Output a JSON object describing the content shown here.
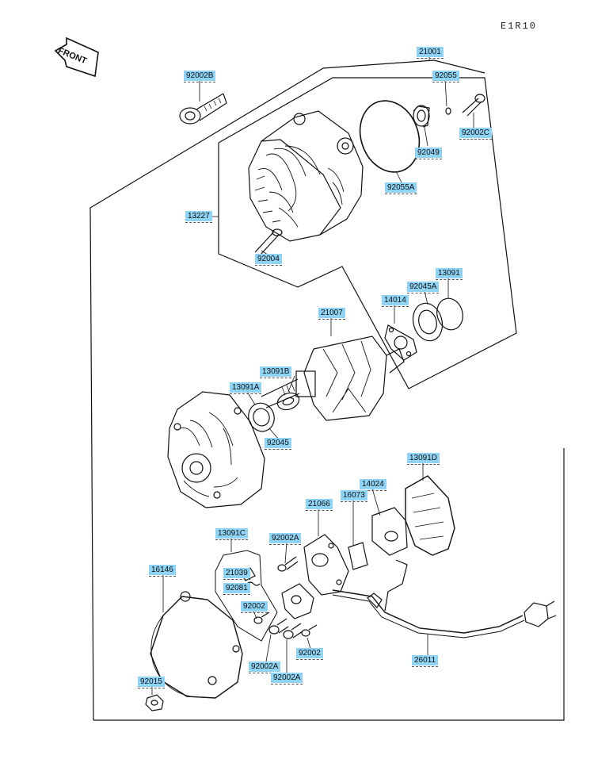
{
  "diagram_code": "E1R10",
  "front_text": "FRONT",
  "parts": [
    {
      "id": "p21001",
      "label": "21001"
    },
    {
      "id": "p92002B",
      "label": "92002B"
    },
    {
      "id": "p92055",
      "label": "92055"
    },
    {
      "id": "p92002C",
      "label": "92002C"
    },
    {
      "id": "p92049",
      "label": "92049"
    },
    {
      "id": "p92055A",
      "label": "92055A"
    },
    {
      "id": "p13227",
      "label": "13227"
    },
    {
      "id": "p92004",
      "label": "92004"
    },
    {
      "id": "p13091",
      "label": "13091"
    },
    {
      "id": "p92045A",
      "label": "92045A"
    },
    {
      "id": "p14014",
      "label": "14014"
    },
    {
      "id": "p21007",
      "label": "21007"
    },
    {
      "id": "p13091B",
      "label": "13091B"
    },
    {
      "id": "p13091A",
      "label": "13091A"
    },
    {
      "id": "p92045",
      "label": "92045"
    },
    {
      "id": "p13091D",
      "label": "13091D"
    },
    {
      "id": "p14024",
      "label": "14024"
    },
    {
      "id": "p16073",
      "label": "16073"
    },
    {
      "id": "p21066",
      "label": "21066"
    },
    {
      "id": "p13091C",
      "label": "13091C"
    },
    {
      "id": "p92002A_top",
      "label": "92002A"
    },
    {
      "id": "p16146",
      "label": "16146"
    },
    {
      "id": "p21039",
      "label": "21039"
    },
    {
      "id": "p92081",
      "label": "92081"
    },
    {
      "id": "p92002",
      "label": "92002"
    },
    {
      "id": "p92002_b",
      "label": "92002"
    },
    {
      "id": "p92002A_l",
      "label": "92002A"
    },
    {
      "id": "p92002A_r",
      "label": "92002A"
    },
    {
      "id": "p26011",
      "label": "26011"
    },
    {
      "id": "p92015",
      "label": "92015"
    }
  ]
}
